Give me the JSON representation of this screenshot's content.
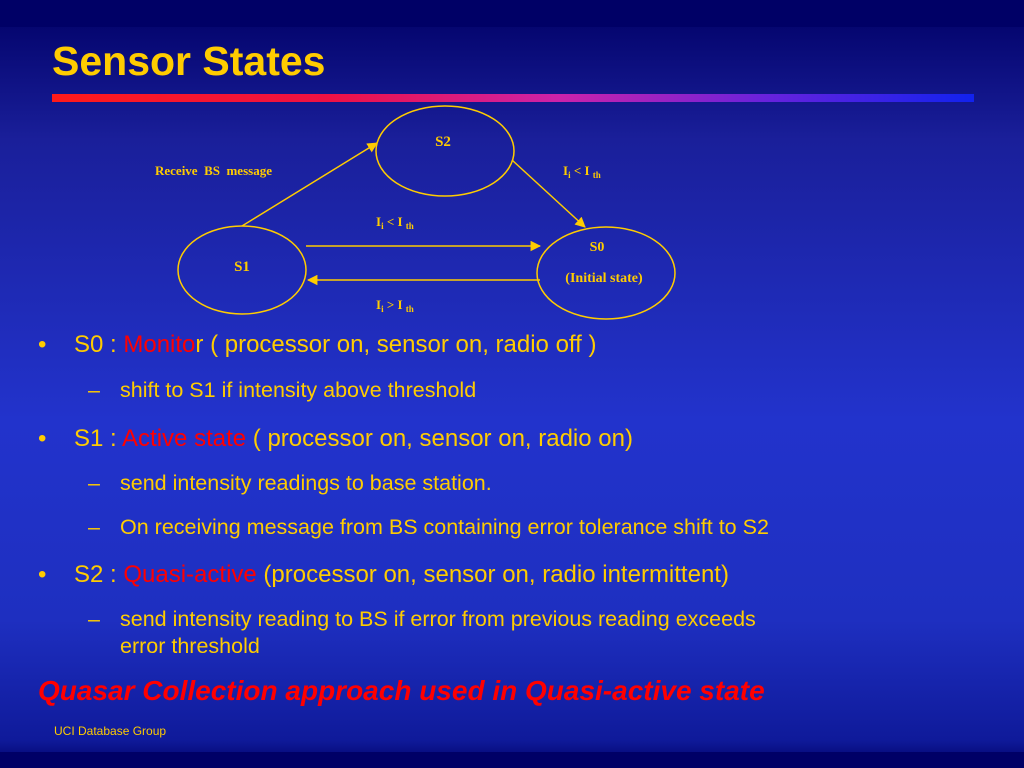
{
  "slide": {
    "title": "Sensor States",
    "footer": "UCI Database Group",
    "conclusion": "Quasar Collection approach used in Quasi-active state"
  },
  "diagram": {
    "states": {
      "s2": "S2",
      "s1": "S1",
      "s0": "S0",
      "s0_note": "(Initial state)"
    },
    "transitions": {
      "s1_to_s2": "Receive  BS  message",
      "s2_to_s0": {
        "main": "I",
        "sub1": "i",
        "op": " < I ",
        "sub2": "th"
      },
      "s1_to_s0": {
        "main": "I",
        "sub1": "i",
        "op": " < I ",
        "sub2": "th"
      },
      "s0_to_s1": {
        "main": "I",
        "sub1": "i",
        "op": " > I ",
        "sub2": "th"
      }
    }
  },
  "bullets": [
    {
      "prefix": "S0 : ",
      "highlight": "Monito",
      "rest": "r ( processor on, sensor on, radio off )",
      "subs": [
        "shift to S1 if intensity above threshold"
      ]
    },
    {
      "prefix": "S1 : ",
      "highlight": "Active state",
      "rest": " ( processor on, sensor on, radio on)",
      "subs": [
        "send intensity readings to base station.",
        "On receiving message from BS containing error tolerance shift to S2"
      ]
    },
    {
      "prefix": "S2 : ",
      "highlight": "Quasi-active",
      "rest": " (processor on, sensor on, radio intermittent)",
      "subs": [
        "send intensity reading to BS if error from previous reading exceeds",
        "error threshold"
      ]
    }
  ],
  "markers": {
    "bullet": "•",
    "dash": "–"
  },
  "colors": {
    "text": "#FFCC00",
    "highlight": "#FF0000",
    "background": "#1e2fc0"
  }
}
